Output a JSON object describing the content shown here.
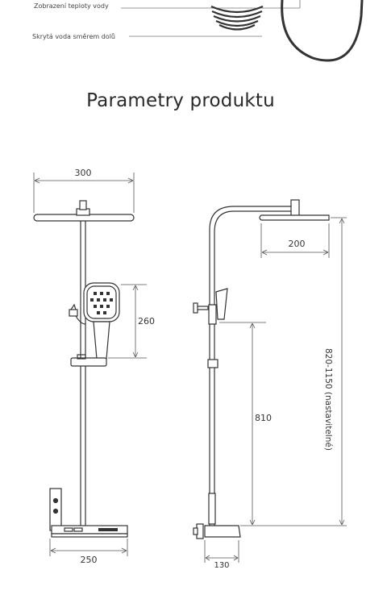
{
  "header": {
    "callouts": [
      "Zobrazení teploty vody",
      "Skrytá voda směrem dolů"
    ]
  },
  "title": "Parametry produktu",
  "front_view": {
    "dimensions": {
      "top_width": "300",
      "height_handshower": "260",
      "bottom_width": "250"
    }
  },
  "side_view": {
    "dimensions": {
      "head_width": "200",
      "height_valve": "810",
      "height_total": "820-1150 (nastavitelné)",
      "base_depth": "130"
    }
  }
}
